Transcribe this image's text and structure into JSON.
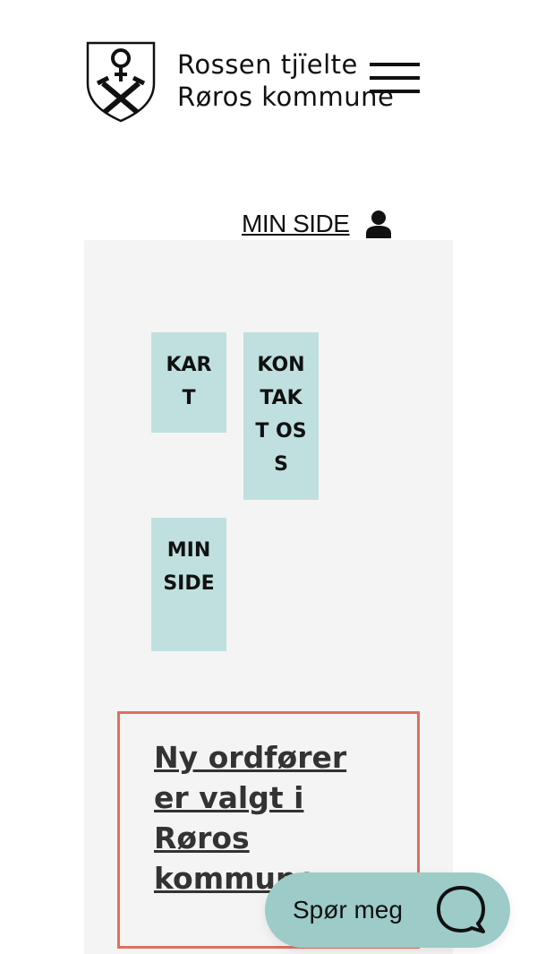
{
  "header": {
    "logo_line1": "Rossen tjïelte",
    "logo_line2": "Røros kommune",
    "menu_icon": "hamburger-icon"
  },
  "account": {
    "label": "MIN SIDE",
    "icon": "user-icon"
  },
  "tiles": [
    {
      "label": "KART"
    },
    {
      "label": "KONTAKT OSS"
    },
    {
      "label": "MIN SIDE"
    }
  ],
  "news": {
    "headline": "Ny ordfører er valgt i Røros kommune"
  },
  "chat": {
    "label": "Spør meg",
    "icon": "speech-bubble-icon"
  },
  "colors": {
    "tile": "#bfe0df",
    "panel": "#f4f4f4",
    "article_border": "#df6f5e",
    "chat": "#9ccbc8"
  }
}
